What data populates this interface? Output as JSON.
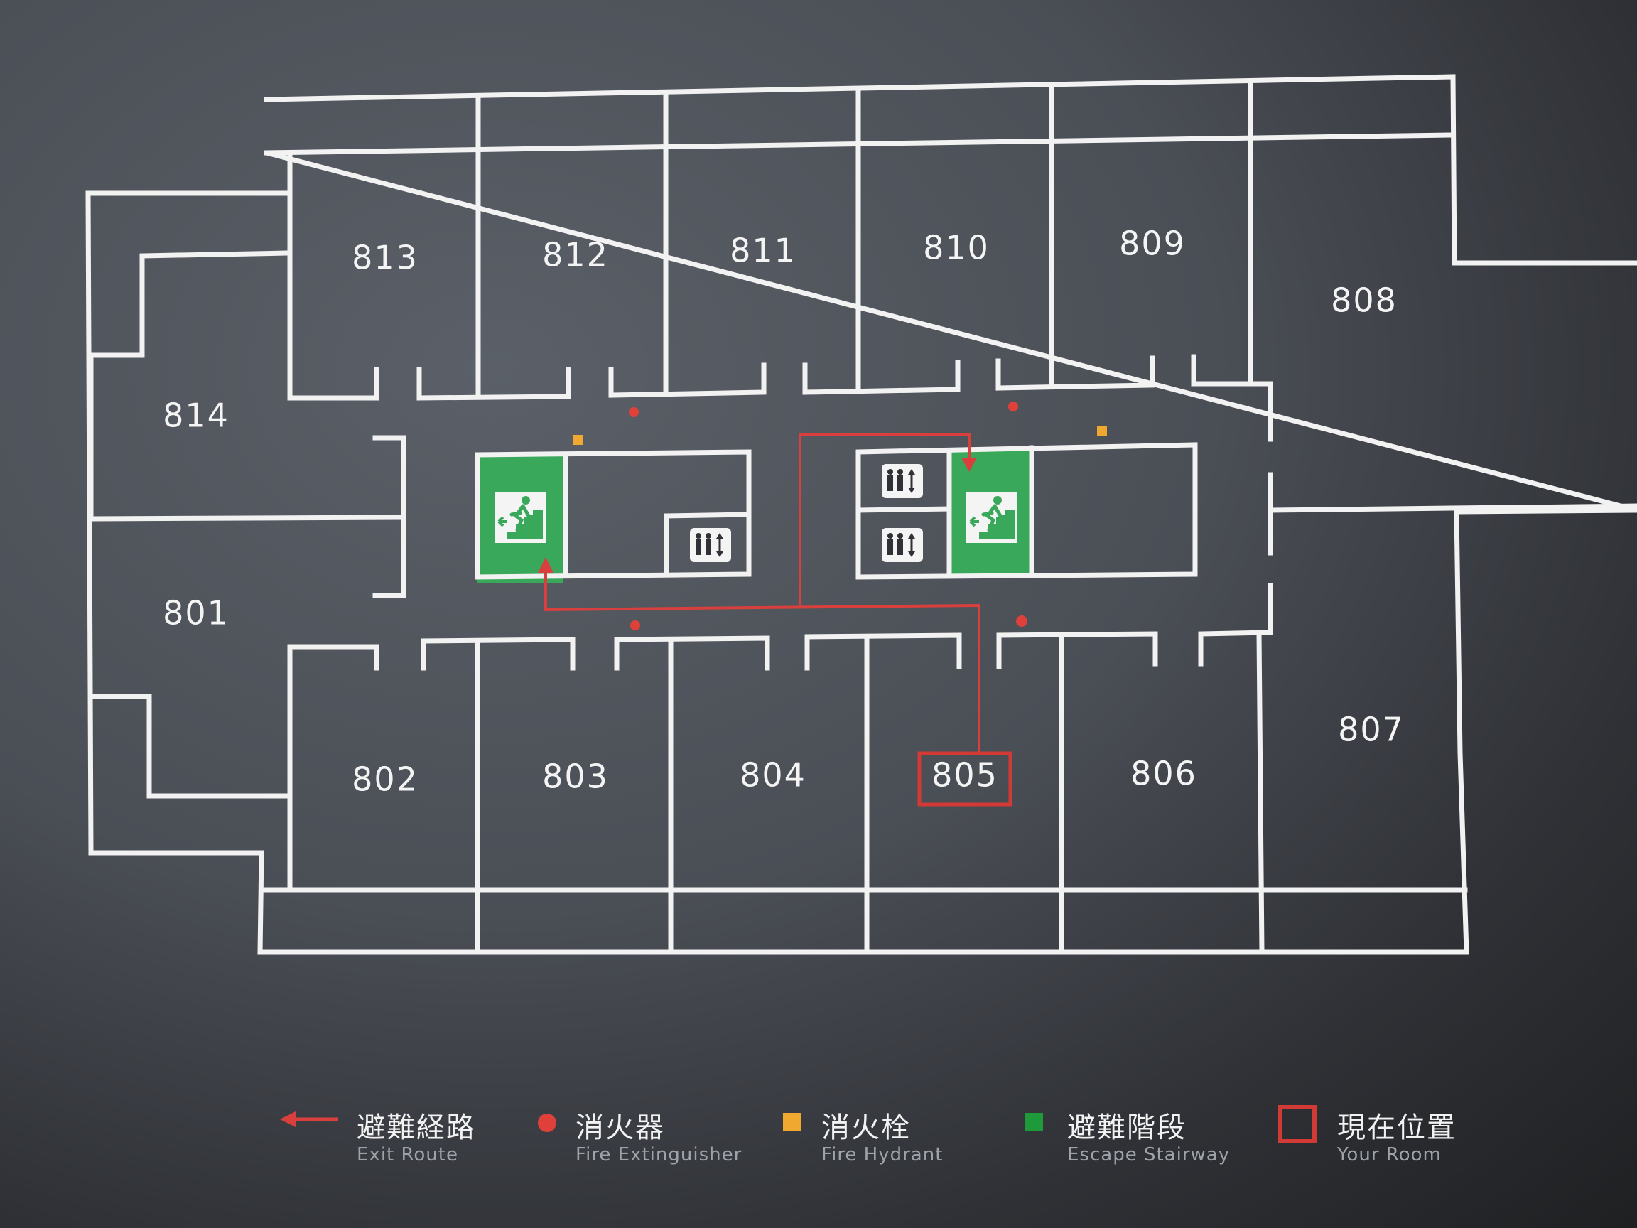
{
  "colors": {
    "wall": "#f2f2f2",
    "exit_route": "#d9403d",
    "fire_extinguisher": "#e0403a",
    "fire_hydrant": "#f0a830",
    "escape_stairway": "#1f9a3a",
    "your_room": "#d23a35",
    "stair_box": "#3aa85a"
  },
  "rooms": [
    {
      "id": "813",
      "label": "813"
    },
    {
      "id": "812",
      "label": "812"
    },
    {
      "id": "811",
      "label": "811"
    },
    {
      "id": "810",
      "label": "810"
    },
    {
      "id": "809",
      "label": "809"
    },
    {
      "id": "808",
      "label": "808"
    },
    {
      "id": "814",
      "label": "814"
    },
    {
      "id": "801",
      "label": "801"
    },
    {
      "id": "802",
      "label": "802"
    },
    {
      "id": "803",
      "label": "803"
    },
    {
      "id": "804",
      "label": "804"
    },
    {
      "id": "805",
      "label": "805"
    },
    {
      "id": "806",
      "label": "806"
    },
    {
      "id": "807",
      "label": "807"
    }
  ],
  "current_room": "805",
  "icons": {
    "stair": "emergency-exit-stair-icon",
    "elevator": "elevator-icon"
  },
  "legend": [
    {
      "key": "exit_route",
      "zh": "避難経路",
      "en": "Exit Route",
      "icon": "arrow-left-icon"
    },
    {
      "key": "fire_extinguisher",
      "zh": "消火器",
      "en": "Fire Extinguisher",
      "icon": "red-dot-icon"
    },
    {
      "key": "fire_hydrant",
      "zh": "消火栓",
      "en": "Fire Hydrant",
      "icon": "orange-square-icon"
    },
    {
      "key": "escape_stairway",
      "zh": "避難階段",
      "en": "Escape Stairway",
      "icon": "green-square-icon"
    },
    {
      "key": "your_room",
      "zh": "現在位置",
      "en": "Your Room",
      "icon": "red-outline-square-icon"
    }
  ]
}
